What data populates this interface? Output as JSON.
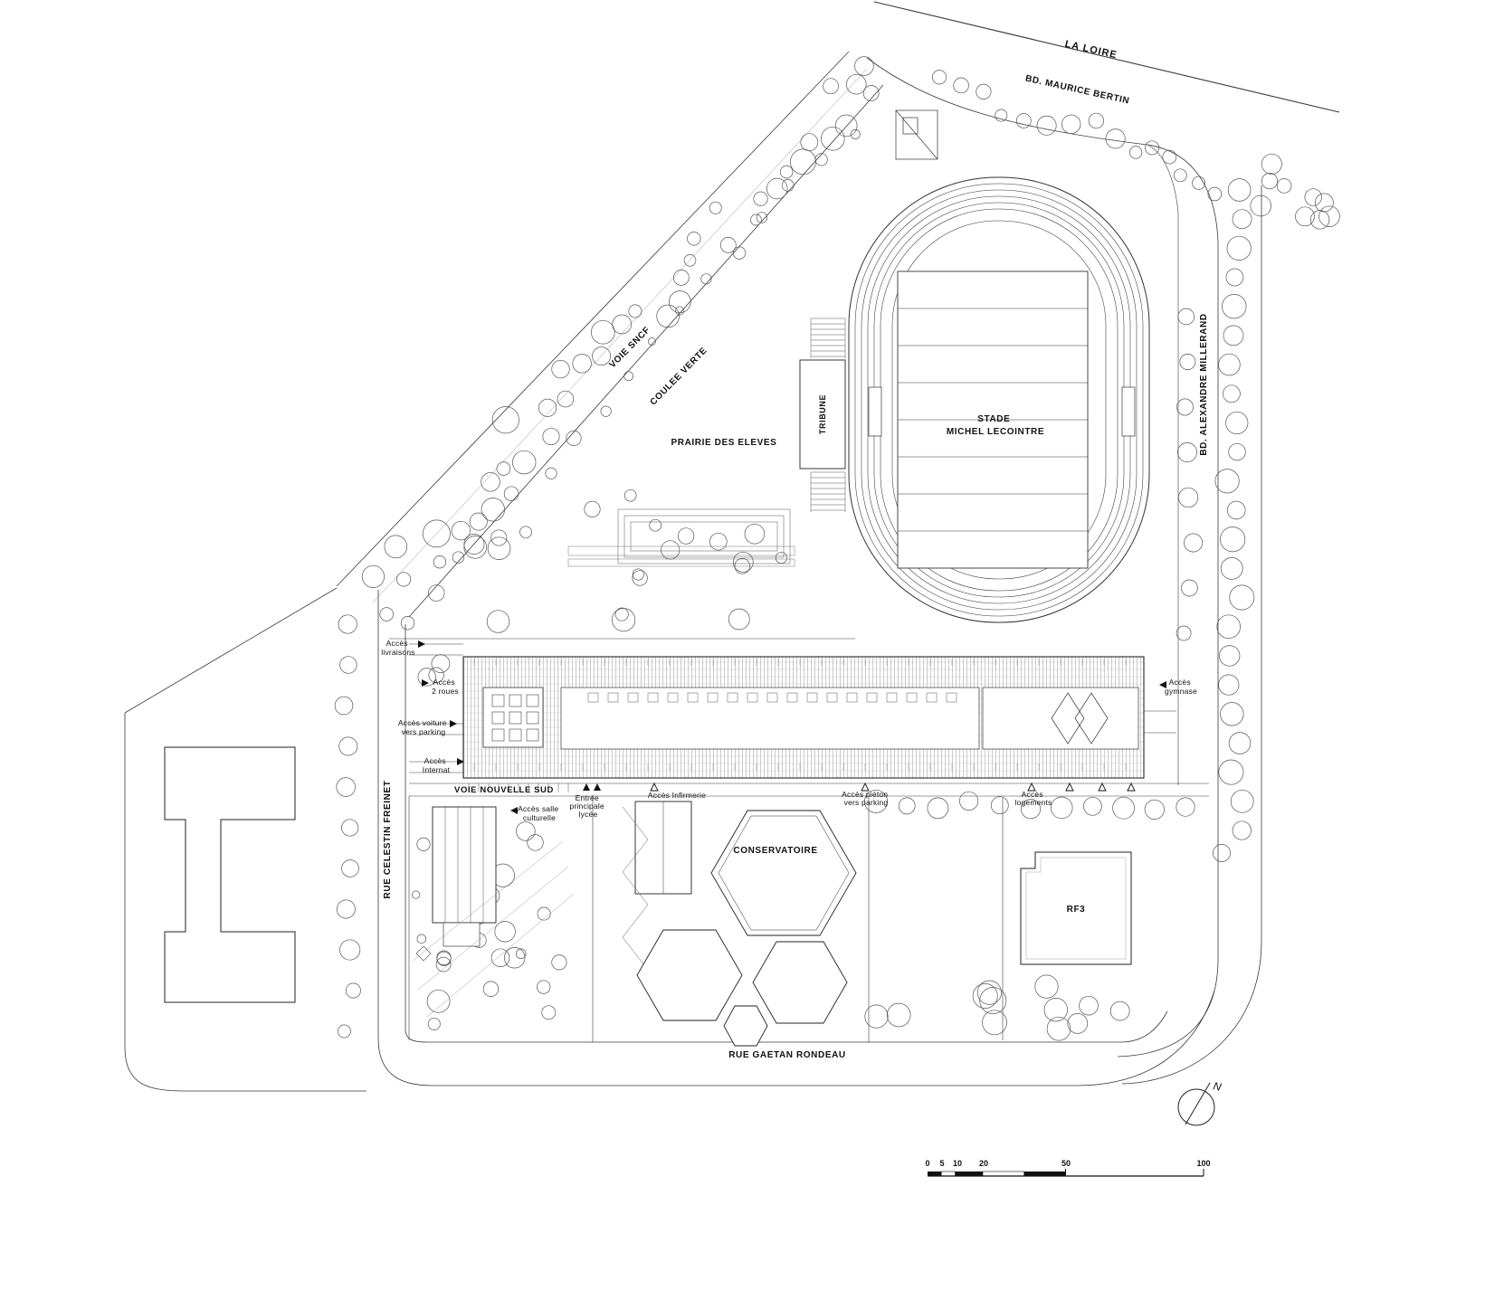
{
  "plan": {
    "streets": {
      "la_loire": "LA LOIRE",
      "bd_maurice_bertin": "BD. MAURICE BERTIN",
      "voie_sncf": "VOIE SNCF",
      "coulee_verte": "COULEE VERTE",
      "bd_alexandre_millerand": "BD. ALEXANDRE MILLERAND",
      "rue_celestin_freinet": "RUE CELESTIN FREINET",
      "voie_nouvelle_sud": "VOIE NOUVELLE SUD",
      "rue_gaetan_rondeau": "RUE GAETAN RONDEAU"
    },
    "areas": {
      "prairie_des_eleves": "PRAIRIE DES ELEVES",
      "tribune": "TRIBUNE",
      "stade": [
        "STADE",
        "MICHEL LECOINTRE"
      ],
      "conservatoire": "CONSERVATOIRE",
      "rf3": "RF3"
    },
    "access": {
      "livraisons": [
        "Accès",
        "livraisons"
      ],
      "deux_roues": [
        "Accès",
        "2 roues"
      ],
      "voiture_parking": [
        "Accès voiture",
        "vers parking"
      ],
      "internat": [
        "Accès",
        "Internat"
      ],
      "gymnase": [
        "Accès",
        "gymnase"
      ],
      "salle_culturelle": [
        "Accès salle",
        "culturelle"
      ],
      "entree_principale": [
        "Entrée",
        "principale",
        "lycée"
      ],
      "infirmerie": "Accès Infirmerie",
      "pieton_parking": [
        "Accès piéton",
        "vers parking"
      ],
      "logements": [
        "Accès",
        "logements"
      ]
    },
    "compass": {
      "north": "N"
    },
    "scale_bar": {
      "ticks": [
        "0",
        "5",
        "10",
        "20",
        "50",
        "100"
      ]
    }
  }
}
